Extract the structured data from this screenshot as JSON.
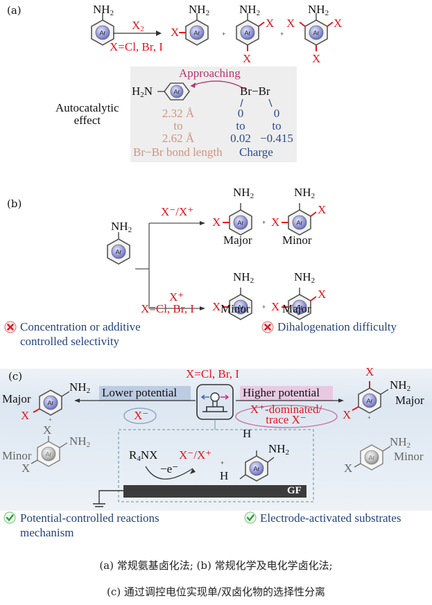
{
  "panel_a": {
    "label": "(a)",
    "reagent": "X",
    "reagent_sub": "2",
    "halogens": "X=Cl, Br, I",
    "nh2": "NH",
    "nh2_sub": "2",
    "x": "X",
    "plus": "+",
    "ring_label": "Ar",
    "inset": {
      "approaching": "Approaching",
      "h2n": "H",
      "h2n_sub": "2",
      "h2n_tail": "N",
      "brbr": "Br−Br",
      "autocatalytic_line1": "Autocatalytic",
      "autocatalytic_line2": "effect",
      "bond_from": "2.32 Å",
      "bond_to_word": "to",
      "bond_to": "2.62 Å",
      "bond_caption": "Br−Br bond length",
      "charge1_from": "0",
      "charge1_to_word": "to",
      "charge1_to": "0.02",
      "charge2_from": "0",
      "charge2_to_word": "to",
      "charge2_to": "−0.415",
      "charge_caption": "Charge"
    }
  },
  "panel_b": {
    "label": "(b)",
    "route_top": "X⁻/X⁺",
    "route_bottom": "X⁺",
    "halogens": "X=Cl, Br, I",
    "top_left_tag": "Major",
    "top_right_tag": "Minor",
    "bottom_left_tag": "Minor",
    "bottom_right_tag": "Major",
    "note_left_line1": "Concentration or additive",
    "note_left_line2": "controlled selectivity",
    "note_right": "Dihalogenation difficulty",
    "note_icon": "cross-circle-icon"
  },
  "panel_c": {
    "label": "(c)",
    "halogens": "X=Cl, Br, I",
    "lower_potential": "Lower potential",
    "higher_potential": "Higher potential",
    "x_minus": "X⁻",
    "x_plus_dominated_line1": "X⁺-dominated/",
    "x_plus_dominated_line2": "trace X⁻",
    "left_major": "Major",
    "left_minor": "Minor",
    "right_major": "Major",
    "right_minor": "Minor",
    "r4nx": "R",
    "r4nx_sub": "4",
    "r4nx_tail": "NX",
    "species": "X⁻/X⁺",
    "electron": "−e⁻",
    "h": "H",
    "electrode": "GF",
    "note_left_line1": "Potential-controlled reactions",
    "note_left_line2": "mechanism",
    "note_right": "Electrode-activated substrates",
    "note_icon": "check-circle-icon"
  },
  "caption": {
    "line1": "(a) 常规氨基卤化法; (b) 常规化学及电化学卤化法;",
    "line2": "(c) 通过调控电位实现单/双卤化物的选择性分离"
  },
  "colors": {
    "halogen_red": "#e8141b",
    "note_navy": "#23437e",
    "bond_tan": "#d09480",
    "charge_blue": "#2a4a8c",
    "approach_magenta": "#b8336a"
  }
}
